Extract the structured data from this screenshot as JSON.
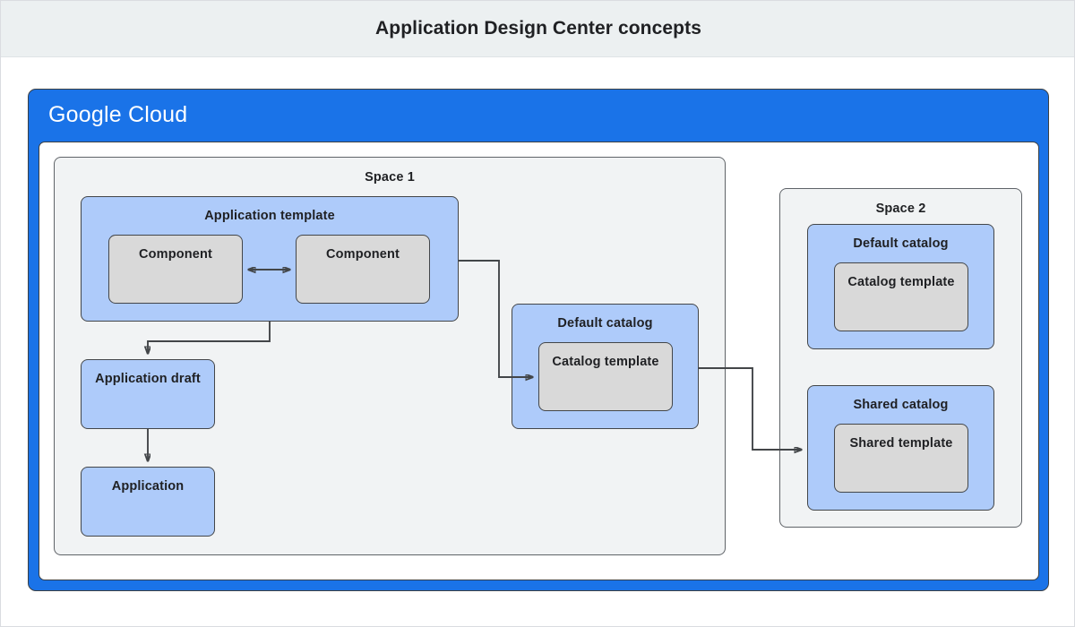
{
  "header": {
    "title": "Application Design Center concepts"
  },
  "cloud_panel": {
    "logo_brand": "Google",
    "logo_product": "Cloud",
    "accent_color": "#1a73e8"
  },
  "colors": {
    "header_background": "#ecf0f1",
    "panel_blue": "#1a73e8",
    "node_blue": "#aecbfa",
    "node_grey": "#d9d9d9",
    "space_grey": "#f1f3f4",
    "stroke": "#434649",
    "text": "#1f2023"
  },
  "spaces": [
    {
      "id": "space-1",
      "label": "Space 1",
      "nodes": {
        "application_template": {
          "label": "Application template",
          "components": [
            {
              "label": "Component"
            },
            {
              "label": "Component"
            }
          ]
        },
        "application_draft": {
          "label": "Application draft"
        },
        "application": {
          "label": "Application"
        },
        "default_catalog": {
          "label": "Default catalog",
          "template": {
            "label": "Catalog template"
          }
        }
      }
    },
    {
      "id": "space-2",
      "label": "Space 2",
      "nodes": {
        "default_catalog": {
          "label": "Default catalog",
          "template": {
            "label": "Catalog template"
          }
        },
        "shared_catalog": {
          "label": "Shared catalog",
          "template": {
            "label": "Shared template"
          }
        }
      }
    }
  ],
  "connectors": [
    {
      "id": "component-to-component",
      "type": "bidirectional"
    },
    {
      "id": "template-to-draft",
      "type": "directed"
    },
    {
      "id": "draft-to-application",
      "type": "directed"
    },
    {
      "id": "template-to-default-catalog",
      "type": "directed"
    },
    {
      "id": "default-catalog-to-shared-catalog",
      "type": "directed"
    }
  ]
}
